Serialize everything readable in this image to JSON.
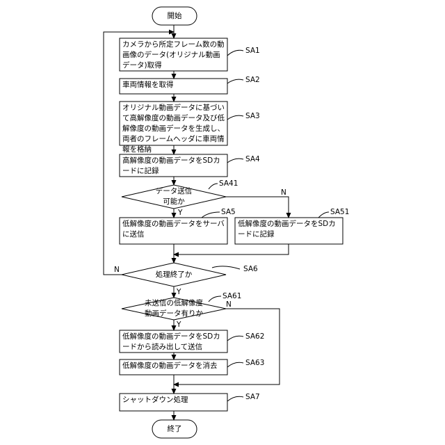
{
  "nodes": {
    "start": "開始",
    "sa1": "カメラから所定フレーム数の動画像のデータ(オリジナル動画データ)取得",
    "sa2": "車両情報を取得",
    "sa3": "オリジナル動画データに基づいて高解像度の動画データ及び低解像度の動画データを生成し、両者のフレームヘッダに車両情報を格納",
    "sa4": "高解像度の動画データをSDカードに記録",
    "sa41": "データ送信\n可能か",
    "sa5": "低解像度の動画データをサーバに送信",
    "sa51": "低解像度の動画データをSDカードに記録",
    "sa6": "処理終了か",
    "sa61": "未送信の低解像度\n動画データ有りか",
    "sa62": "低解像度の動画データをSDカードから読み出して送信",
    "sa63": "低解像度の動画データを消去",
    "sa7": "シャットダウン処理",
    "end": "終了"
  },
  "step_labels": {
    "sa1": "SA1",
    "sa2": "SA2",
    "sa3": "SA3",
    "sa4": "SA4",
    "sa41": "SA41",
    "sa5": "SA5",
    "sa51": "SA51",
    "sa6": "SA6",
    "sa61": "SA61",
    "sa62": "SA62",
    "sa63": "SA63",
    "sa7": "SA7"
  },
  "branch_labels": {
    "sa41_yes": "Y",
    "sa41_no": "N",
    "sa6_yes": "Y",
    "sa6_no": "N",
    "sa61_yes": "Y",
    "sa61_no": "N"
  }
}
